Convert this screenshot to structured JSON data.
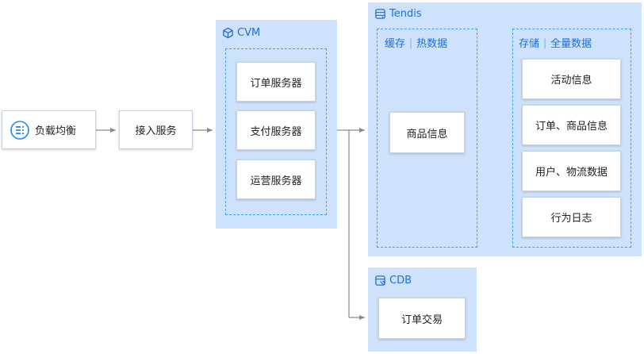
{
  "entry": {
    "load_balancer": "负载均衡",
    "access_service": "接入服务"
  },
  "cvm": {
    "title": "CVM",
    "servers": [
      "订单服务器",
      "支付服务器",
      "运营服务器"
    ]
  },
  "tendis": {
    "title": "Tendis",
    "cache": {
      "label_a": "缓存",
      "label_b": "热数据",
      "item": "商品信息"
    },
    "storage": {
      "label_a": "存储",
      "label_b": "全量数据",
      "items": [
        "活动信息",
        "订单、商品信息",
        "用户、物流数据",
        "行为日志"
      ]
    }
  },
  "cdb": {
    "title": "CDB",
    "item": "订单交易"
  },
  "colors": {
    "panel": "#cfe2fb",
    "accent": "#1e6fe0",
    "dashed": "#3aa2f0",
    "arrow": "#8a8a8a"
  }
}
